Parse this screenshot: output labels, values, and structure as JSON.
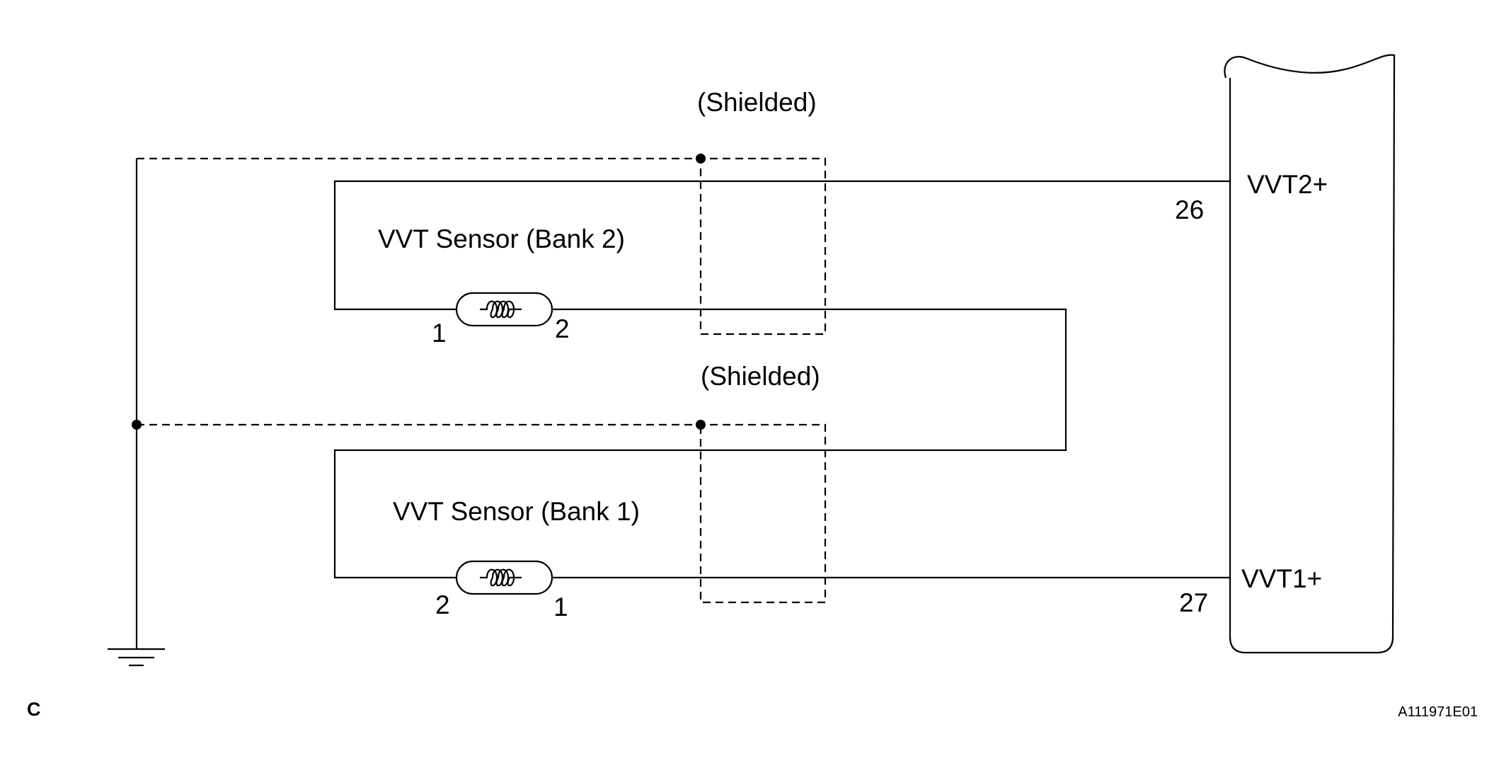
{
  "shield_labels": [
    "(Shielded)",
    "(Shielded)"
  ],
  "sensors": [
    {
      "name": "VVT Sensor (Bank 2)",
      "pin_left": "1",
      "pin_right": "2"
    },
    {
      "name": "VVT Sensor (Bank 1)",
      "pin_left": "2",
      "pin_right": "1"
    }
  ],
  "ecm_terminals": [
    {
      "signal": "VVT2+",
      "pin": "26"
    },
    {
      "signal": "VVT1+",
      "pin": "27"
    }
  ],
  "corner_label": "C",
  "figure_id": "A111971E01"
}
